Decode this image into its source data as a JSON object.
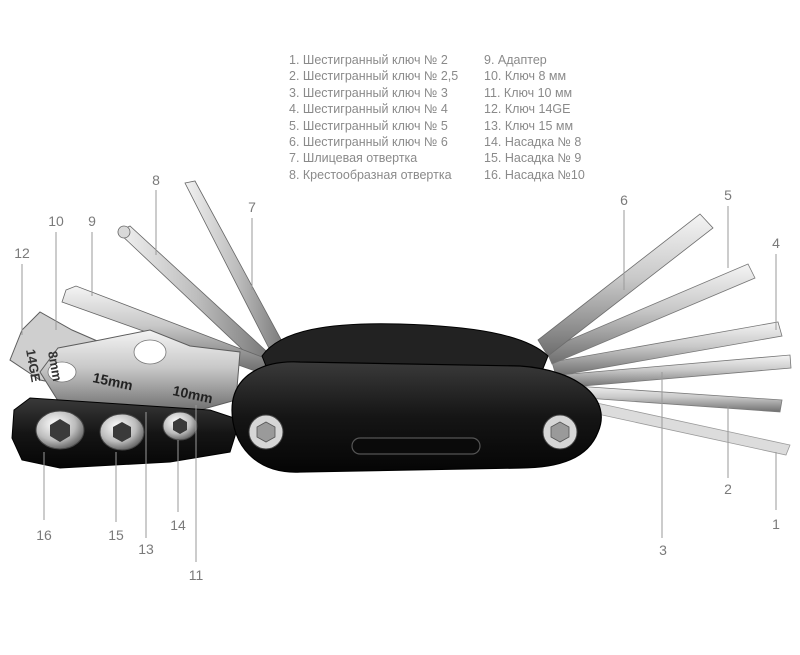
{
  "legend_left": [
    "1. Шестигранный  ключ № 2",
    "2. Шестигранный  ключ № 2,5",
    "3. Шестигранный  ключ № 3",
    "4. Шестигранный  ключ № 4",
    "5. Шестигранный  ключ № 5",
    "6. Шестигранный  ключ № 6",
    "7. Шлицевая отвертка",
    "8. Крестообразная отвертка"
  ],
  "legend_right": [
    "9. Адаптер",
    "10. Ключ 8 мм",
    "11. Ключ 10 мм",
    "12. Ключ 14GE",
    "13. Ключ 15 мм",
    "14. Насадка № 8",
    "15. Насадка № 9",
    "16. Насадка №10"
  ],
  "callouts": [
    "1",
    "2",
    "3",
    "4",
    "5",
    "6",
    "7",
    "8",
    "9",
    "10",
    "11",
    "12",
    "13",
    "14",
    "15",
    "16"
  ],
  "engravings": {
    "wrench_14ge": "14GE",
    "wrench_8mm": "8mm",
    "wrench_15mm": "15mm",
    "wrench_10mm": "10mm"
  },
  "colors": {
    "steel_light": "#e8e8e8",
    "steel_dark": "#7d7d7d",
    "body_black": "#1a1a1a",
    "leader_line": "#9a9a9a"
  }
}
